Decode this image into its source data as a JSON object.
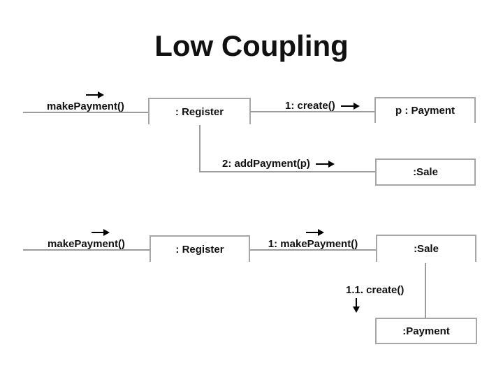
{
  "title": "Low Coupling",
  "colors": {
    "background": "#ffffff",
    "text": "#111111",
    "connector_line": "#9c9c9c",
    "box_border": "#a6a6a6",
    "arrow": "#000000"
  },
  "diagram1": {
    "found_message": "makePayment()",
    "register_object": ": Register",
    "create_message": "1: create()",
    "payment_object": "p : Payment",
    "add_payment_message": "2: addPayment(p)",
    "sale_object": ":Sale"
  },
  "diagram2": {
    "found_message": "makePayment()",
    "register_object": ": Register",
    "make_payment_message": "1: makePayment()",
    "sale_object": ":Sale",
    "create_message": "1.1. create()",
    "payment_object": ":Payment"
  }
}
